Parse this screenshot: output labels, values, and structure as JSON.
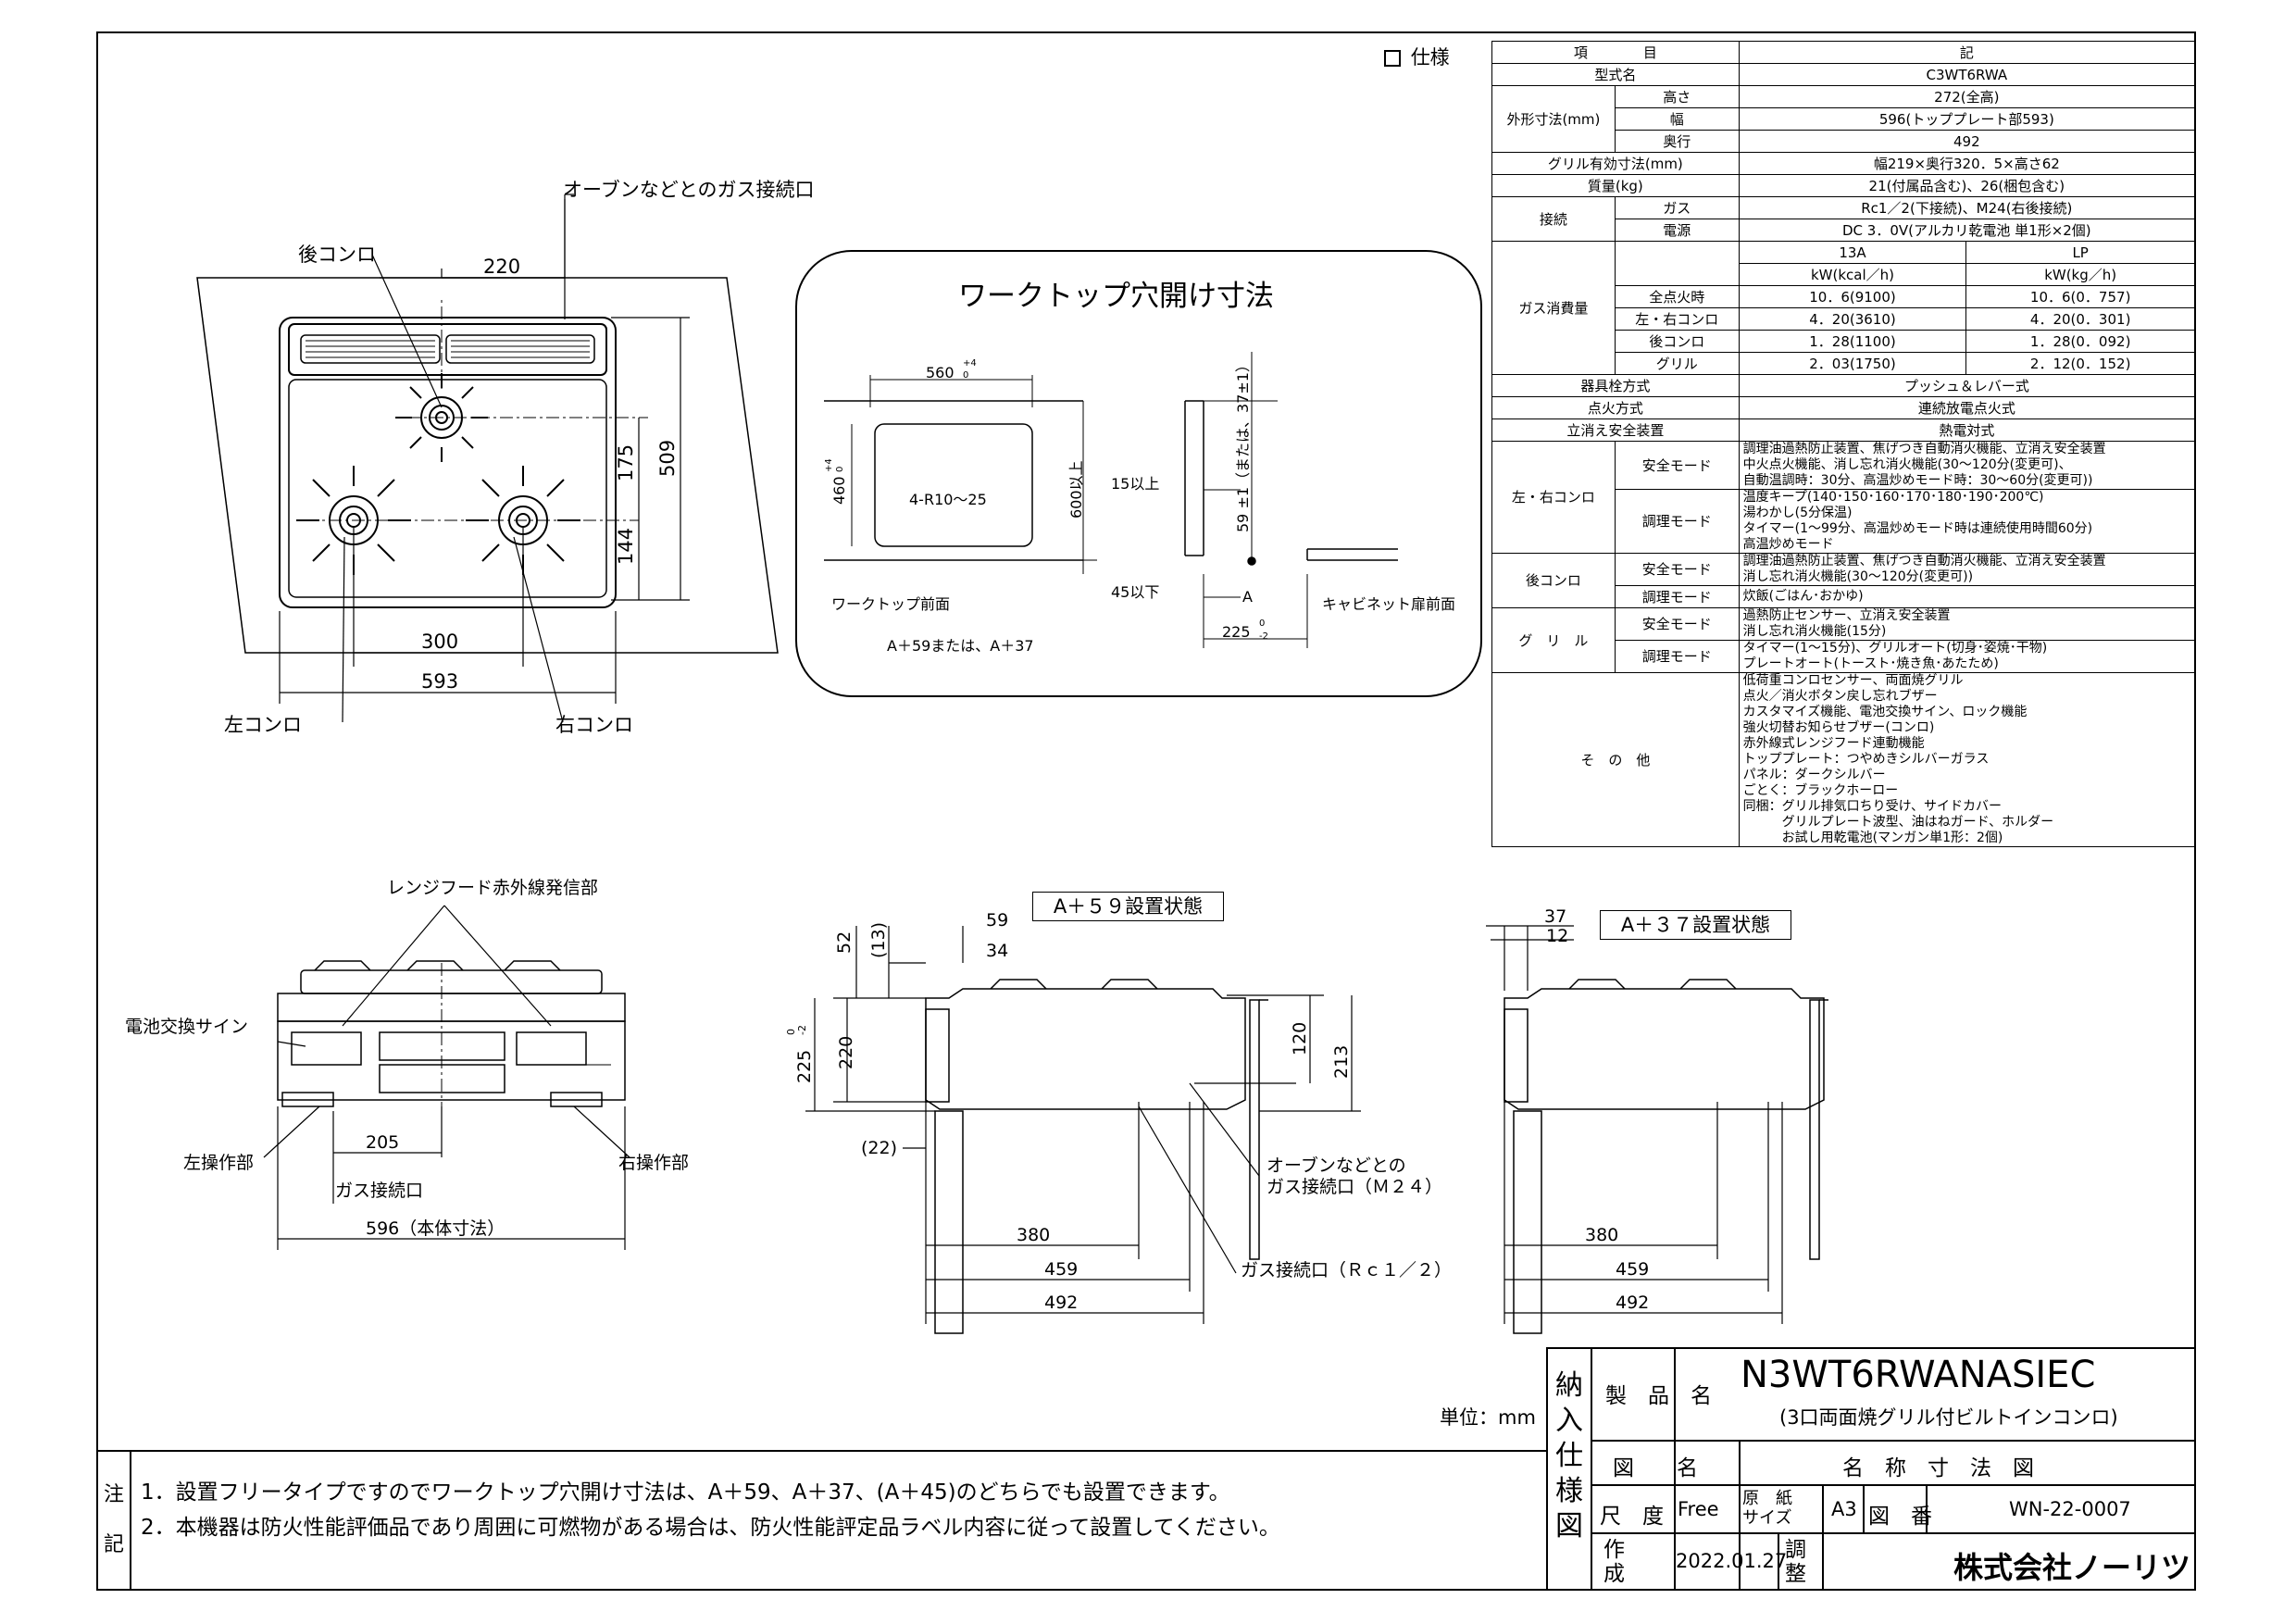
{
  "spec_header": "仕様",
  "spec": {
    "col_item": "項　　　　目",
    "col_note": "記",
    "model_label": "型式名",
    "model": "C3WT6RWA",
    "outer_label": "外形寸法(mm)",
    "height_label": "高さ",
    "height": "272(全高)",
    "width_label": "幅",
    "width": "596(トッププレート部593)",
    "depth_label": "奥行",
    "depth": "492",
    "grill_dim_label": "グリル有効寸法(mm)",
    "grill_dim": "幅219×奥行320．5×高さ62",
    "mass_label": "質量(kg)",
    "mass": "21(付属品含む)、26(梱包含む)",
    "conn_label": "接続",
    "gas_label": "ガス",
    "gas": "Rc1／2(下接続)、M24(右後接続)",
    "power_label": "電源",
    "power": "DC 3．0V(アルカリ乾電池 単1形×2個)",
    "consumption_label": "ガス消費量",
    "gas13a": "13A",
    "gaslp": "LP",
    "unit13a": "kW(kcal／h)",
    "unitlp": "kW(kg／h)",
    "rows": [
      {
        "label": "全点火時",
        "a": "10．6(9100)",
        "b": "10．6(0．757)"
      },
      {
        "label": "左・右コンロ",
        "a": "4．20(3610)",
        "b": "4．20(0．301)"
      },
      {
        "label": "後コンロ",
        "a": "1．28(1100)",
        "b": "1．28(0．092)"
      },
      {
        "label": "グリル",
        "a": "2．03(1750)",
        "b": "2．12(0．152)"
      }
    ],
    "valve_label": "器具栓方式",
    "valve": "プッシュ＆レバー式",
    "ignition_label": "点火方式",
    "ignition": "連続放電点火式",
    "safety_label": "立消え安全装置",
    "safety": "熱電対式",
    "lr_label": "左・右コンロ",
    "mode_safe": "安全モード",
    "mode_cook": "調理モード",
    "lr_safe": [
      "調理油過熱防止装置、焦げつき自動消火機能、立消え安全装置",
      "中火点火機能、消し忘れ消火機能(30～120分(変更可)、",
      "自動温調時：30分、高温炒めモード時：30～60分(変更可))"
    ],
    "lr_cook": [
      "温度キープ(140･150･160･170･180･190･200℃)",
      "湯わかし(5分保温)",
      "タイマー(1～99分、高温炒めモード時は連続使用時間60分)",
      "高温炒めモード"
    ],
    "rear_label": "後コンロ",
    "rear_safe": [
      "調理油過熱防止装置、焦げつき自動消火機能、立消え安全装置",
      "消し忘れ消火機能(30～120分(変更可))"
    ],
    "rear_cook": [
      "炊飯(ごはん･おかゆ)"
    ],
    "grill_label": "グ　リ　ル",
    "grill_safe": [
      "過熱防止センサー、立消え安全装置",
      "消し忘れ消火機能(15分)"
    ],
    "grill_cook": [
      "タイマー(1～15分)、グリルオート(切身･姿焼･干物)",
      "プレートオート(トースト･焼き魚･あたため)"
    ],
    "other_label": "そ　の　他",
    "other": [
      "低荷重コンロセンサー、両面焼グリル",
      "点火／消火ボタン戻し忘れブザー",
      "カスタマイズ機能、電池交換サイン、ロック機能",
      "強火切替お知らせブザー(コンロ)",
      "赤外線式レンジフード連動機能",
      "トッププレート：つやめきシルバーガラス",
      "パネル：ダークシルバー",
      "ごとく：ブラックホーロー",
      "同梱：グリル排気口ちり受け、サイドカバー",
      "　　　グリルプレート波型、油はねガード、ホルダー",
      "　　　お試し用乾電池(マンガン単1形：2個)"
    ]
  },
  "top_view": {
    "oven_gas": "オーブンなどとのガス接続口",
    "rear_burner": "後コンロ",
    "left_burner": "左コンロ",
    "right_burner": "右コンロ",
    "d220": "220",
    "d175": "175",
    "d509": "509",
    "d144": "144",
    "d300": "300",
    "d593": "593"
  },
  "cutout": {
    "title": "ワークトップ穴開け寸法",
    "d560": "560",
    "tol560a": "+4",
    "tol560b": "0",
    "d460": "460",
    "tol460a": "+4",
    "tol460b": "0",
    "r": "4-R10～25",
    "d600": "600以上",
    "d15": "15以上",
    "d59": "59 ±1（または、37±1）",
    "d45": "45以下",
    "d225": "225",
    "tol225a": "0",
    "tol225b": "-2",
    "front": "ワークトップ前面",
    "cabinet": "キャビネット扉前面",
    "a": "A",
    "a59": "A＋59または、A＋37"
  },
  "front_view": {
    "hood": "レンジフード赤外線発信部",
    "battery": "電池交換サイン",
    "left_op": "左操作部",
    "right_op": "右操作部",
    "gas": "ガス接続口",
    "d205": "205",
    "d596": "596（本体寸法）"
  },
  "side59": {
    "title": "A＋５９設置状態",
    "d59": "59",
    "d34": "34",
    "d52": "52",
    "d13": "(13)",
    "d220": "220",
    "d225": "225",
    "tol225a": "0",
    "tol225b": "-2",
    "d22": "(22)",
    "d120": "120",
    "d213": "213",
    "oven_gas1": "オーブンなどとの",
    "oven_gas2": "ガス接続口（Ｍ２４）",
    "gas_rc": "ガス接続口（Ｒｃ１／２）",
    "d380": "380",
    "d459": "459",
    "d492": "492"
  },
  "side37": {
    "title": "A＋３７設置状態",
    "d37": "37",
    "d12": "12",
    "d380": "380",
    "d459": "459",
    "d492": "492"
  },
  "unit": "単位：mm",
  "notes": {
    "label1": "注",
    "label2": "記",
    "n1": "1．設置フリータイプですのでワークトップ穴開け寸法は、A＋59、A＋37、(A＋45)のどちらでも設置できます。",
    "n2": "2．本機器は防火性能評価品であり周囲に可燃物がある場合は、防火性能評定品ラベル内容に従って設置してください。"
  },
  "title_block": {
    "side": [
      "納",
      "入",
      "仕",
      "様",
      "図"
    ],
    "product_label": "製　品　名",
    "product": "N3WT6RWANASIEC",
    "product_sub": "(3口両面焼グリル付ビルトインコンロ)",
    "drawing_label": "図　　名",
    "drawing": "名　称　寸　法　図",
    "scale_label": "尺　度",
    "scale": "Free",
    "paper_label": "原　紙\nサイズ",
    "paper": "A3",
    "number_label": "図　番",
    "number": "WN-22-0007",
    "made_label": "作\n成",
    "date": "2022.01.27",
    "adjust_label": "調\n整",
    "company": "株式会社ノーリツ"
  }
}
